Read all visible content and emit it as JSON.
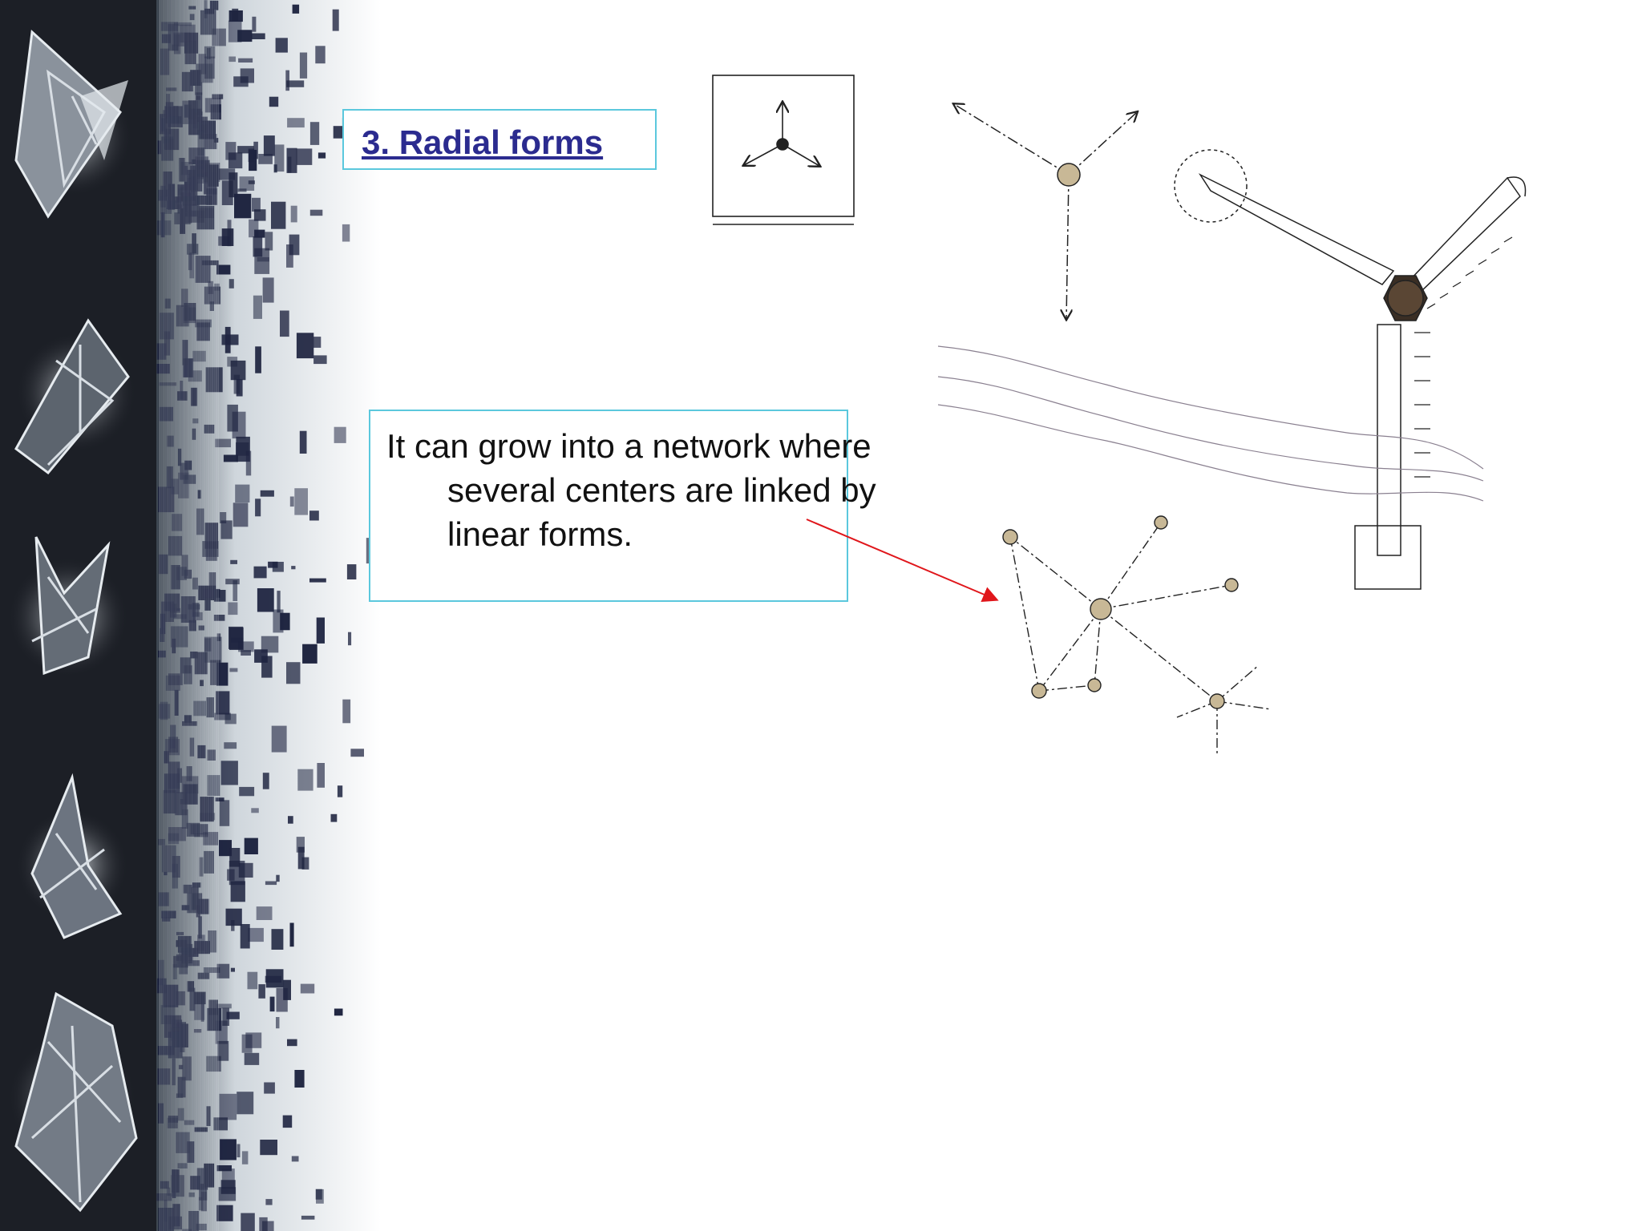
{
  "slide": {
    "title": "3. Radial forms",
    "caption": "It can grow into a network where several centers are linked by linear forms."
  },
  "colors": {
    "background": "#ffffff",
    "left_panel": "#1c1f26",
    "box_border": "#5bc8dd",
    "title_text": "#2b2b8f",
    "arrow": "#e0161b"
  },
  "decorations": [
    "abstract-shard-art",
    "pixel-dissolve-band"
  ],
  "figures": [
    "radial-symbol",
    "radial-diagram",
    "radial-building-plan",
    "radial-network"
  ]
}
